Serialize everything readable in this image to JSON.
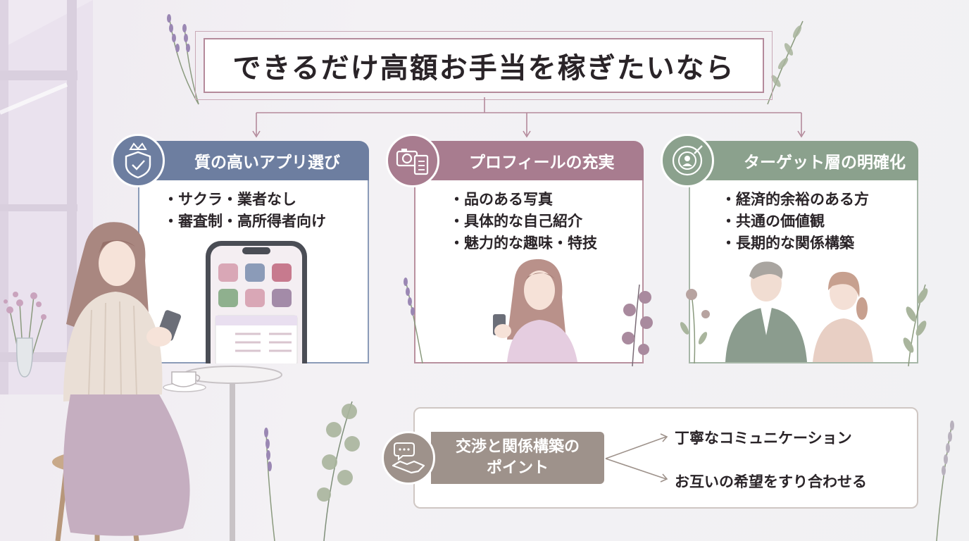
{
  "title": "できるだけ高額お手当を稼ぎたいなら",
  "cards": [
    {
      "heading": "質の高いアプリ選び",
      "icon": "crown-shield-icon",
      "color": "#6d7ea0",
      "bullets": [
        "・サクラ・業者なし",
        "・審査制・高所得者向け"
      ]
    },
    {
      "heading": "プロフィールの充実",
      "icon": "camera-notebook-icon",
      "color": "#a87c8f",
      "bullets": [
        "・品のある写真",
        "・具体的な自己紹介",
        "・魅力的な趣味・特技"
      ]
    },
    {
      "heading": "ターゲット層の明確化",
      "icon": "target-person-icon",
      "color": "#8ba18d",
      "bullets": [
        "・経済的余裕のある方",
        "・共通の価値観",
        "・長期的な関係構築"
      ]
    }
  ],
  "negotiation": {
    "heading_line1": "交渉と関係構築の",
    "heading_line2": "ポイント",
    "icon": "handshake-chat-icon",
    "color": "#9e928b",
    "items": [
      "丁寧なコミュニケーション",
      "お互いの希望をすり合わせる"
    ]
  }
}
